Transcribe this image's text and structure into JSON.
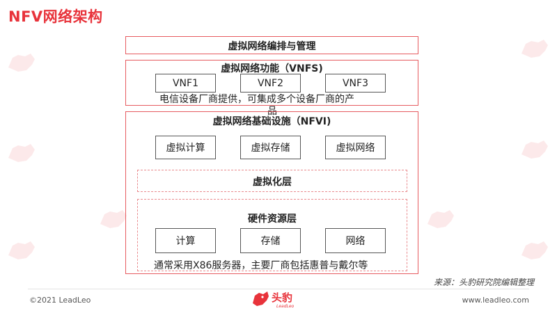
{
  "title": "NFV网络架构",
  "orchestration": {
    "label": "虚拟网络编排与管理"
  },
  "vnf_layer": {
    "label": "虚拟网络功能（VNFS)",
    "items": [
      "VNF1",
      "VNF2",
      "VNF3"
    ],
    "note_line1": "电信设备厂商提供，可集成多个设备厂商的产",
    "note_line2": "品"
  },
  "nfvi_layer": {
    "label": "虚拟网络基础设施（NFVI)",
    "virtual_resources": [
      "虚拟计算",
      "虚拟存储",
      "虚拟网络"
    ],
    "virtualization_layer": "虚拟化层",
    "hardware": {
      "label": "硬件资源层",
      "items": [
        "计算",
        "存储",
        "网络"
      ],
      "note": "通常采用X86服务器，主要厂商包括惠普与戴尔等"
    }
  },
  "source": "来源：头豹研究院编辑整理",
  "footer": {
    "copyright": "©2021 LeadLeo",
    "website": "www.leadleo.com",
    "brand_cn": "头豹",
    "brand_en": "LeadLeo"
  },
  "colors": {
    "accent": "#e8333b",
    "frame": "#e65a5f",
    "dashed": "#e98a8d"
  },
  "icons": {
    "logo": "leopard-head-icon",
    "watermark": "leopard-head-watermark-icon"
  }
}
